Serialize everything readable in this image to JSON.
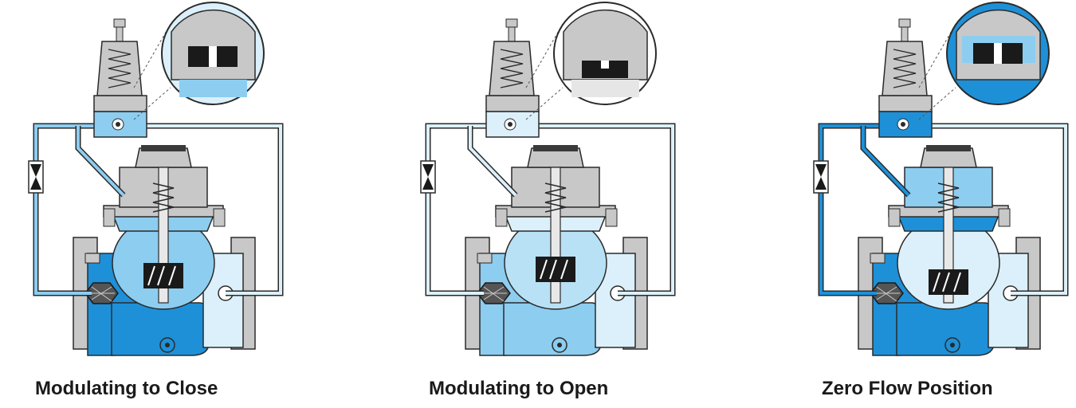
{
  "panels": [
    {
      "caption": "Modulating to Close"
    },
    {
      "caption": "Modulating to Open"
    },
    {
      "caption": "Zero Flow Position"
    }
  ],
  "colors": {
    "high_pressure": "#1e90d8",
    "medium_pressure": "#8dcdf0",
    "low_pressure": "#dcf0fb",
    "metal": "#c8c8c8",
    "outline": "#2a2a2a",
    "orifice": "#141414"
  },
  "icons": [
    "pilot-valve-icon",
    "detail-magnifier-icon",
    "needle-valve-icon",
    "strainer-icon",
    "main-valve-icon"
  ]
}
